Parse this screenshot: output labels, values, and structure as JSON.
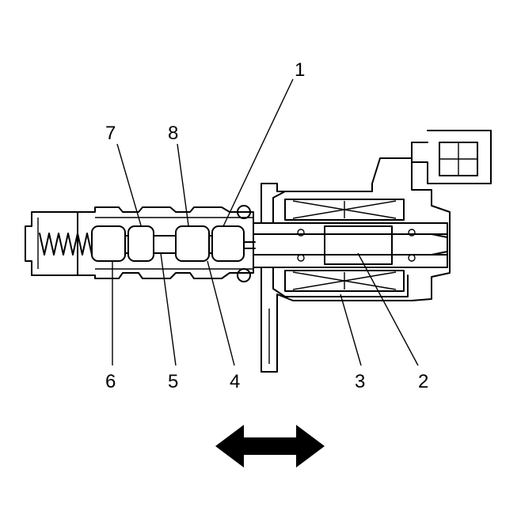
{
  "diagram": {
    "callouts": [
      {
        "id": "c1",
        "label": "1"
      },
      {
        "id": "c2",
        "label": "2"
      },
      {
        "id": "c3",
        "label": "3"
      },
      {
        "id": "c4",
        "label": "4"
      },
      {
        "id": "c5",
        "label": "5"
      },
      {
        "id": "c6",
        "label": "6"
      },
      {
        "id": "c7",
        "label": "7"
      },
      {
        "id": "c8",
        "label": "8"
      }
    ],
    "direction_icon": "double-headed-arrow-icon",
    "line_color": "#000000",
    "background_color": "#ffffff"
  }
}
